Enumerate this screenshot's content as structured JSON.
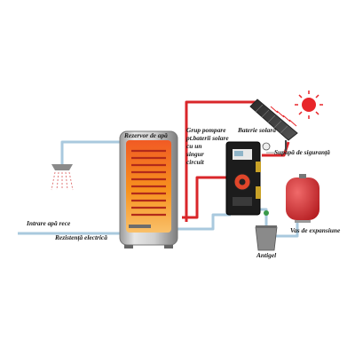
{
  "labels": {
    "tank": "Rezervor de apă",
    "pump_group_line1": "Grup pompare",
    "pump_group_line2": "pt.baterii solare",
    "pump_group_line3": "cu un",
    "pump_group_line4": "singur",
    "pump_group_line5": "circuit",
    "solar_panel": "Baterie solară",
    "safety_valve": "Supapă de siguranță",
    "cold_water_inlet": "Intrare apă rece",
    "electric_heater": "Rezistență electrică",
    "expansion_vessel": "Vas de expansiune",
    "antifreeze": "Antigel"
  },
  "colors": {
    "hot_pipe": "#d9262a",
    "cold_pipe": "#a9c9de",
    "sun": "#e8262a",
    "expansion_vessel": "#d8262c",
    "tank_body": "#d6d6d6"
  }
}
